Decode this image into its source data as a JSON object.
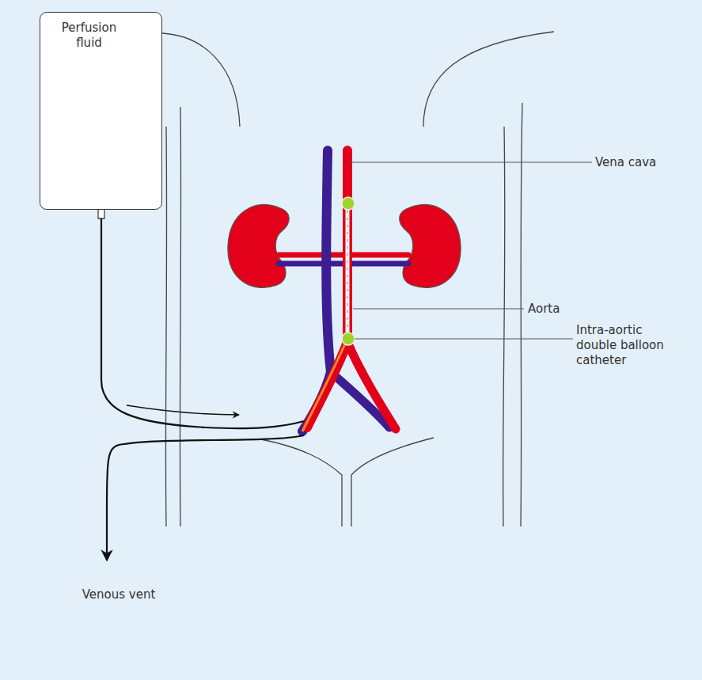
{
  "diagram": {
    "nodes": [
      {
        "text": [
          "Perfusion fluid"
        ]
      }
    ],
    "labels": [
      "Vena cava",
      "Aorta",
      "Intra-aortic double balloon catheter",
      "Venous vent"
    ]
  }
}
